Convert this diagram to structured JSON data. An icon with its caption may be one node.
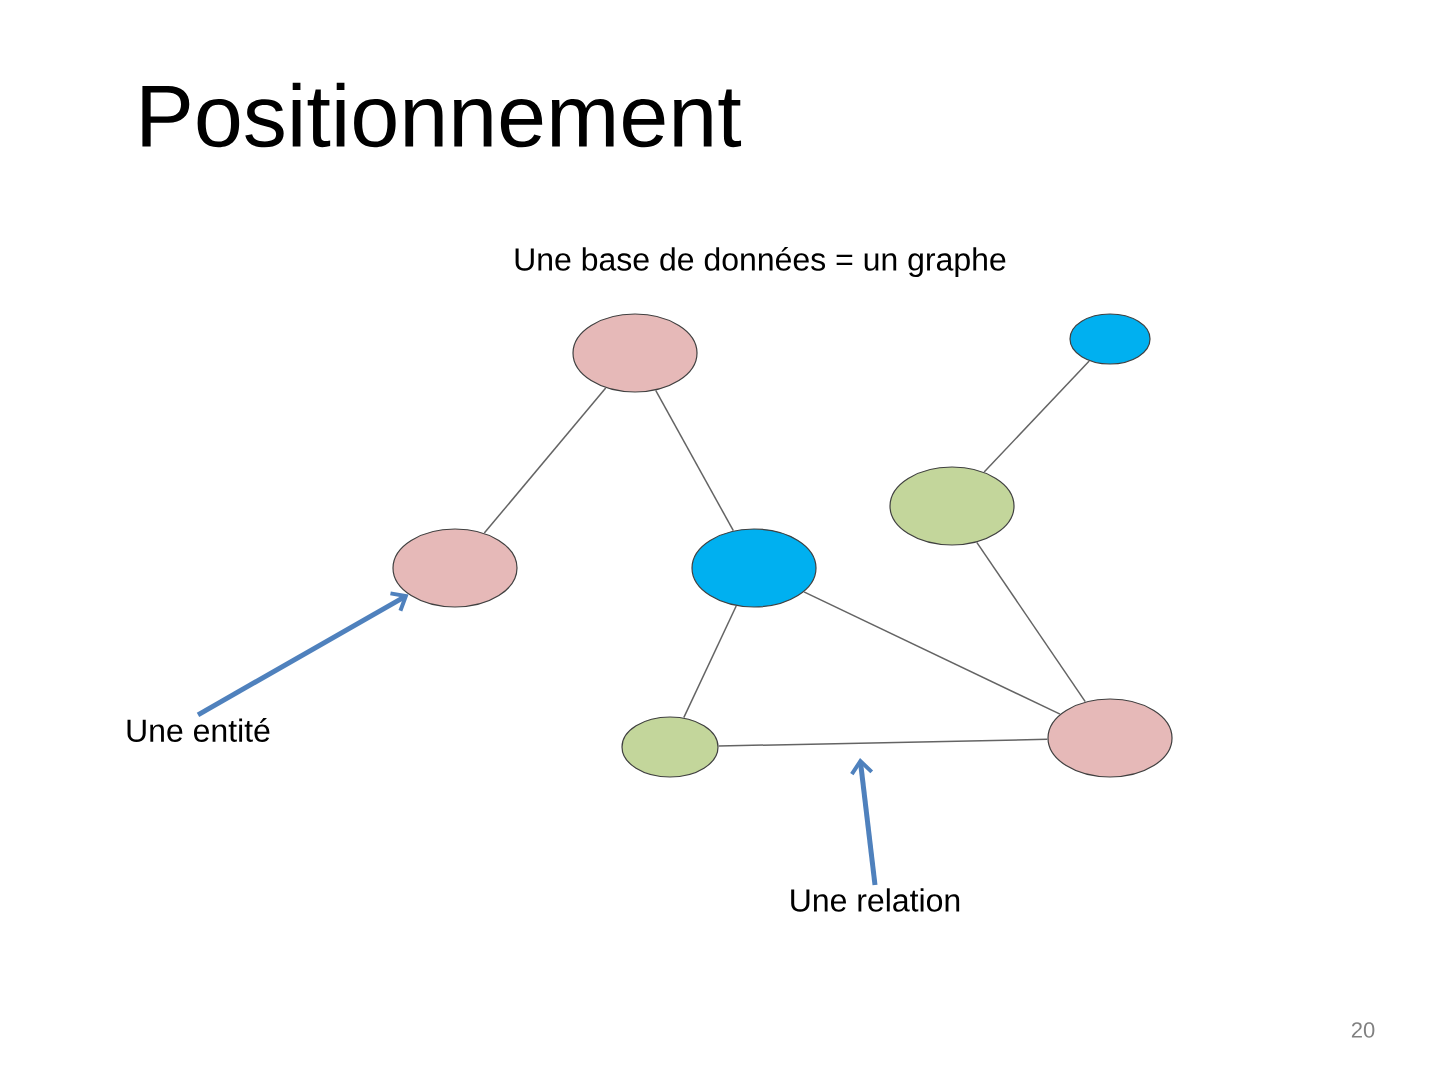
{
  "diagram": {
    "title": "Positionnement",
    "nodes": [
      {
        "text": [],
        "shape": "ellipse"
      },
      {
        "text": [],
        "shape": "ellipse"
      },
      {
        "text": [],
        "shape": "ellipse"
      },
      {
        "text": [],
        "shape": "ellipse"
      },
      {
        "text": [],
        "shape": "ellipse"
      },
      {
        "text": [],
        "shape": "ellipse"
      },
      {
        "text": [],
        "shape": "ellipse"
      },
      {
        "text": [
          "Une entité"
        ]
      },
      {
        "text": [
          "Une relation"
        ]
      }
    ],
    "edges": [
      {
        "from": 0,
        "to": 3,
        "arrow": "none"
      },
      {
        "from": 0,
        "to": 4,
        "arrow": "none"
      },
      {
        "from": 1,
        "to": 2,
        "arrow": "none"
      },
      {
        "from": 2,
        "to": 6,
        "arrow": "none"
      },
      {
        "from": 4,
        "to": 5,
        "arrow": "none"
      },
      {
        "from": 4,
        "to": 6,
        "arrow": "none"
      },
      {
        "from": 5,
        "to": 6,
        "arrow": "none"
      },
      {
        "from": 7,
        "to": 3,
        "arrow": "to",
        "style": "thick",
        "color": "#4f81bd"
      },
      {
        "from": 8,
        "to": null,
        "arrow": "to",
        "style": "thick",
        "color": "#4f81bd"
      }
    ],
    "labels": [
      "Une base de données = un graphe",
      "20"
    ]
  }
}
